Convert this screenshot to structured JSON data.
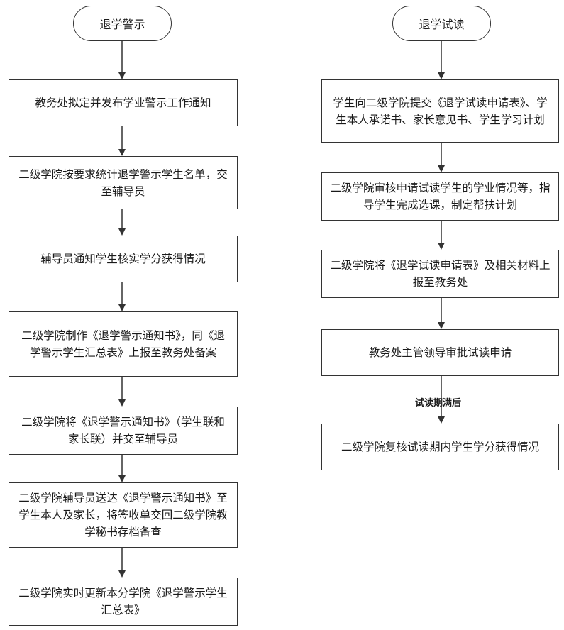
{
  "left": {
    "start": "退学警示",
    "steps": [
      "教务处拟定并发布学业警示工作通知",
      "二级学院按要求统计退学警示学生名单，交至辅导员",
      "辅导员通知学生核实学分获得情况",
      "二级学院制作《退学警示通知书》，同《退学警示学生汇总表》上报至教务处备案",
      "二级学院将《退学警示通知书》（学生联和家长联）并交至辅导员",
      "二级学院辅导员送达《退学警示通知书》至学生本人及家长，将签收单交回二级学院教学秘书存档备查",
      "二级学院实时更新本分学院《退学警示学生汇总表》"
    ]
  },
  "right": {
    "start": "退学试读",
    "steps": [
      "学生向二级学院提交《退学试读申请表》、学生本人承诺书、家长意见书、学生学习计划",
      "二级学院审核申请试读学生的学业情况等，指导学生完成选课，制定帮扶计划",
      "二级学院将《退学试读申请表》及相关材料上报至教务处",
      "教务处主管领导审批试读申请",
      "二级学院复核试读期内学生学分获得情况"
    ],
    "edge_label": "试读期满后"
  }
}
